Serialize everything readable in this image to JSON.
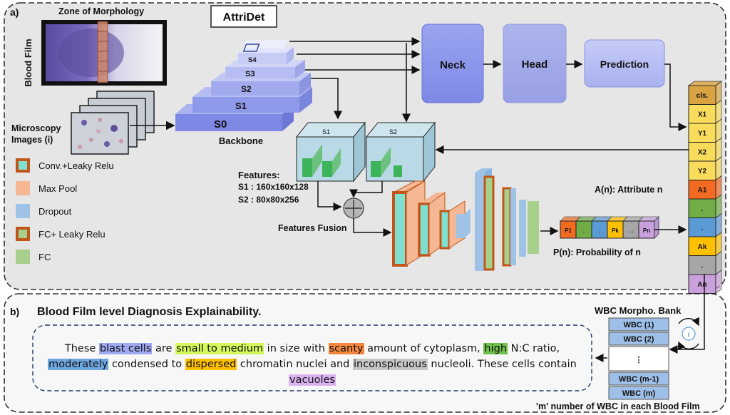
{
  "panel_a": {
    "label": "a)",
    "title": "AttriDet",
    "blood_film_label": "Blood Film",
    "zone_label": "Zone of Morphology",
    "microscopy_label_1": "Microscopy",
    "microscopy_label_2": "Images (i)",
    "backbone_label": "Backbone",
    "stages": [
      "S0",
      "S1",
      "S2",
      "S3",
      "S4"
    ],
    "boxes": {
      "neck": "Neck",
      "head": "Head",
      "prediction": "Prediction"
    },
    "feature_cubes": [
      "S1",
      "S2"
    ],
    "features": {
      "title": "Features:",
      "s1": "S1 : 160x160x128",
      "s2": "S2 : 80x80x256"
    },
    "fusion_label": "Features Fusion",
    "legend": [
      {
        "label": "Conv.+Leaky Relu",
        "fill": "#7fe0d0",
        "border": "#c0561a"
      },
      {
        "label": "Max Pool",
        "fill": "#f6b894",
        "border": "#f6b894"
      },
      {
        "label": "Dropout",
        "fill": "#9fc3e6",
        "border": "#9fc3e6"
      },
      {
        "label": "FC+ Leaky Relu",
        "fill": "#a7d08c",
        "border": "#c0561a"
      },
      {
        "label": "FC",
        "fill": "#a7d08c",
        "border": "#a7d08c"
      }
    ],
    "output_stack": [
      {
        "label": "cls.",
        "color": "#d9a441"
      },
      {
        "label": "X1",
        "color": "#f9dc5c"
      },
      {
        "label": "Y1",
        "color": "#f9dc5c"
      },
      {
        "label": "X2",
        "color": "#f9dc5c"
      },
      {
        "label": "Y2",
        "color": "#f9dc5c"
      },
      {
        "label": "A1",
        "color": "#f26b21"
      },
      {
        "label": ".",
        "color": "#70ad47"
      },
      {
        "label": ".",
        "color": "#5b9bd5"
      },
      {
        "label": "Ak",
        "color": "#ffc000"
      },
      {
        "label": ".",
        "color": "#a6a6a6"
      },
      {
        "label": "An",
        "color": "#c9a0dc"
      }
    ],
    "attribute_label": "A(n): Attribute n",
    "probability_label": "P(n): Probability of n",
    "prob_cells": [
      {
        "label": "P1",
        "color": "#f26b21"
      },
      {
        "label": ".",
        "color": "#70ad47"
      },
      {
        "label": ".",
        "color": "#5b9bd5"
      },
      {
        "label": "Pk",
        "color": "#ffc000"
      },
      {
        "label": ". .",
        "color": "#a6a6a6"
      },
      {
        "label": "Pn",
        "color": "#c9a0dc"
      }
    ]
  },
  "panel_b": {
    "label": "b)",
    "title": "Blood Film level Diagnosis Explainability.",
    "bank_title": "WBC Morpho. Bank",
    "bank_items": [
      "WBC (1)",
      "WBC (2)",
      "⋮",
      "WBC (m-1)",
      "WBC (m)"
    ],
    "bank_caption": "'m' number of WBC in each Blood Film",
    "info_icon_text": "i",
    "description": [
      {
        "text": "These ",
        "color": ""
      },
      {
        "text": "blast cells",
        "color": "#9fa8f0"
      },
      {
        "text": " are ",
        "color": ""
      },
      {
        "text": "small to medium",
        "color": "#d4f75c"
      },
      {
        "text": " in size with ",
        "color": ""
      },
      {
        "text": "scanty",
        "color": "#f5863d"
      },
      {
        "text": " amount of cytoplasm, ",
        "color": ""
      },
      {
        "text": "high",
        "color": "#70c04b"
      },
      {
        "text": " N:C ratio, ",
        "color": ""
      },
      {
        "text": "moderately",
        "color": "#6fa8e0"
      },
      {
        "text": " condensed to ",
        "color": ""
      },
      {
        "text": "dispersed",
        "color": "#ffc000"
      },
      {
        "text": " chromatin nuclei and ",
        "color": ""
      },
      {
        "text": "inconspicuous",
        "color": "#c6c6c6"
      },
      {
        "text": " nucleoli. These cells contain ",
        "color": ""
      },
      {
        "text": "vacuoles",
        "color": "#d9b3f0"
      }
    ]
  }
}
